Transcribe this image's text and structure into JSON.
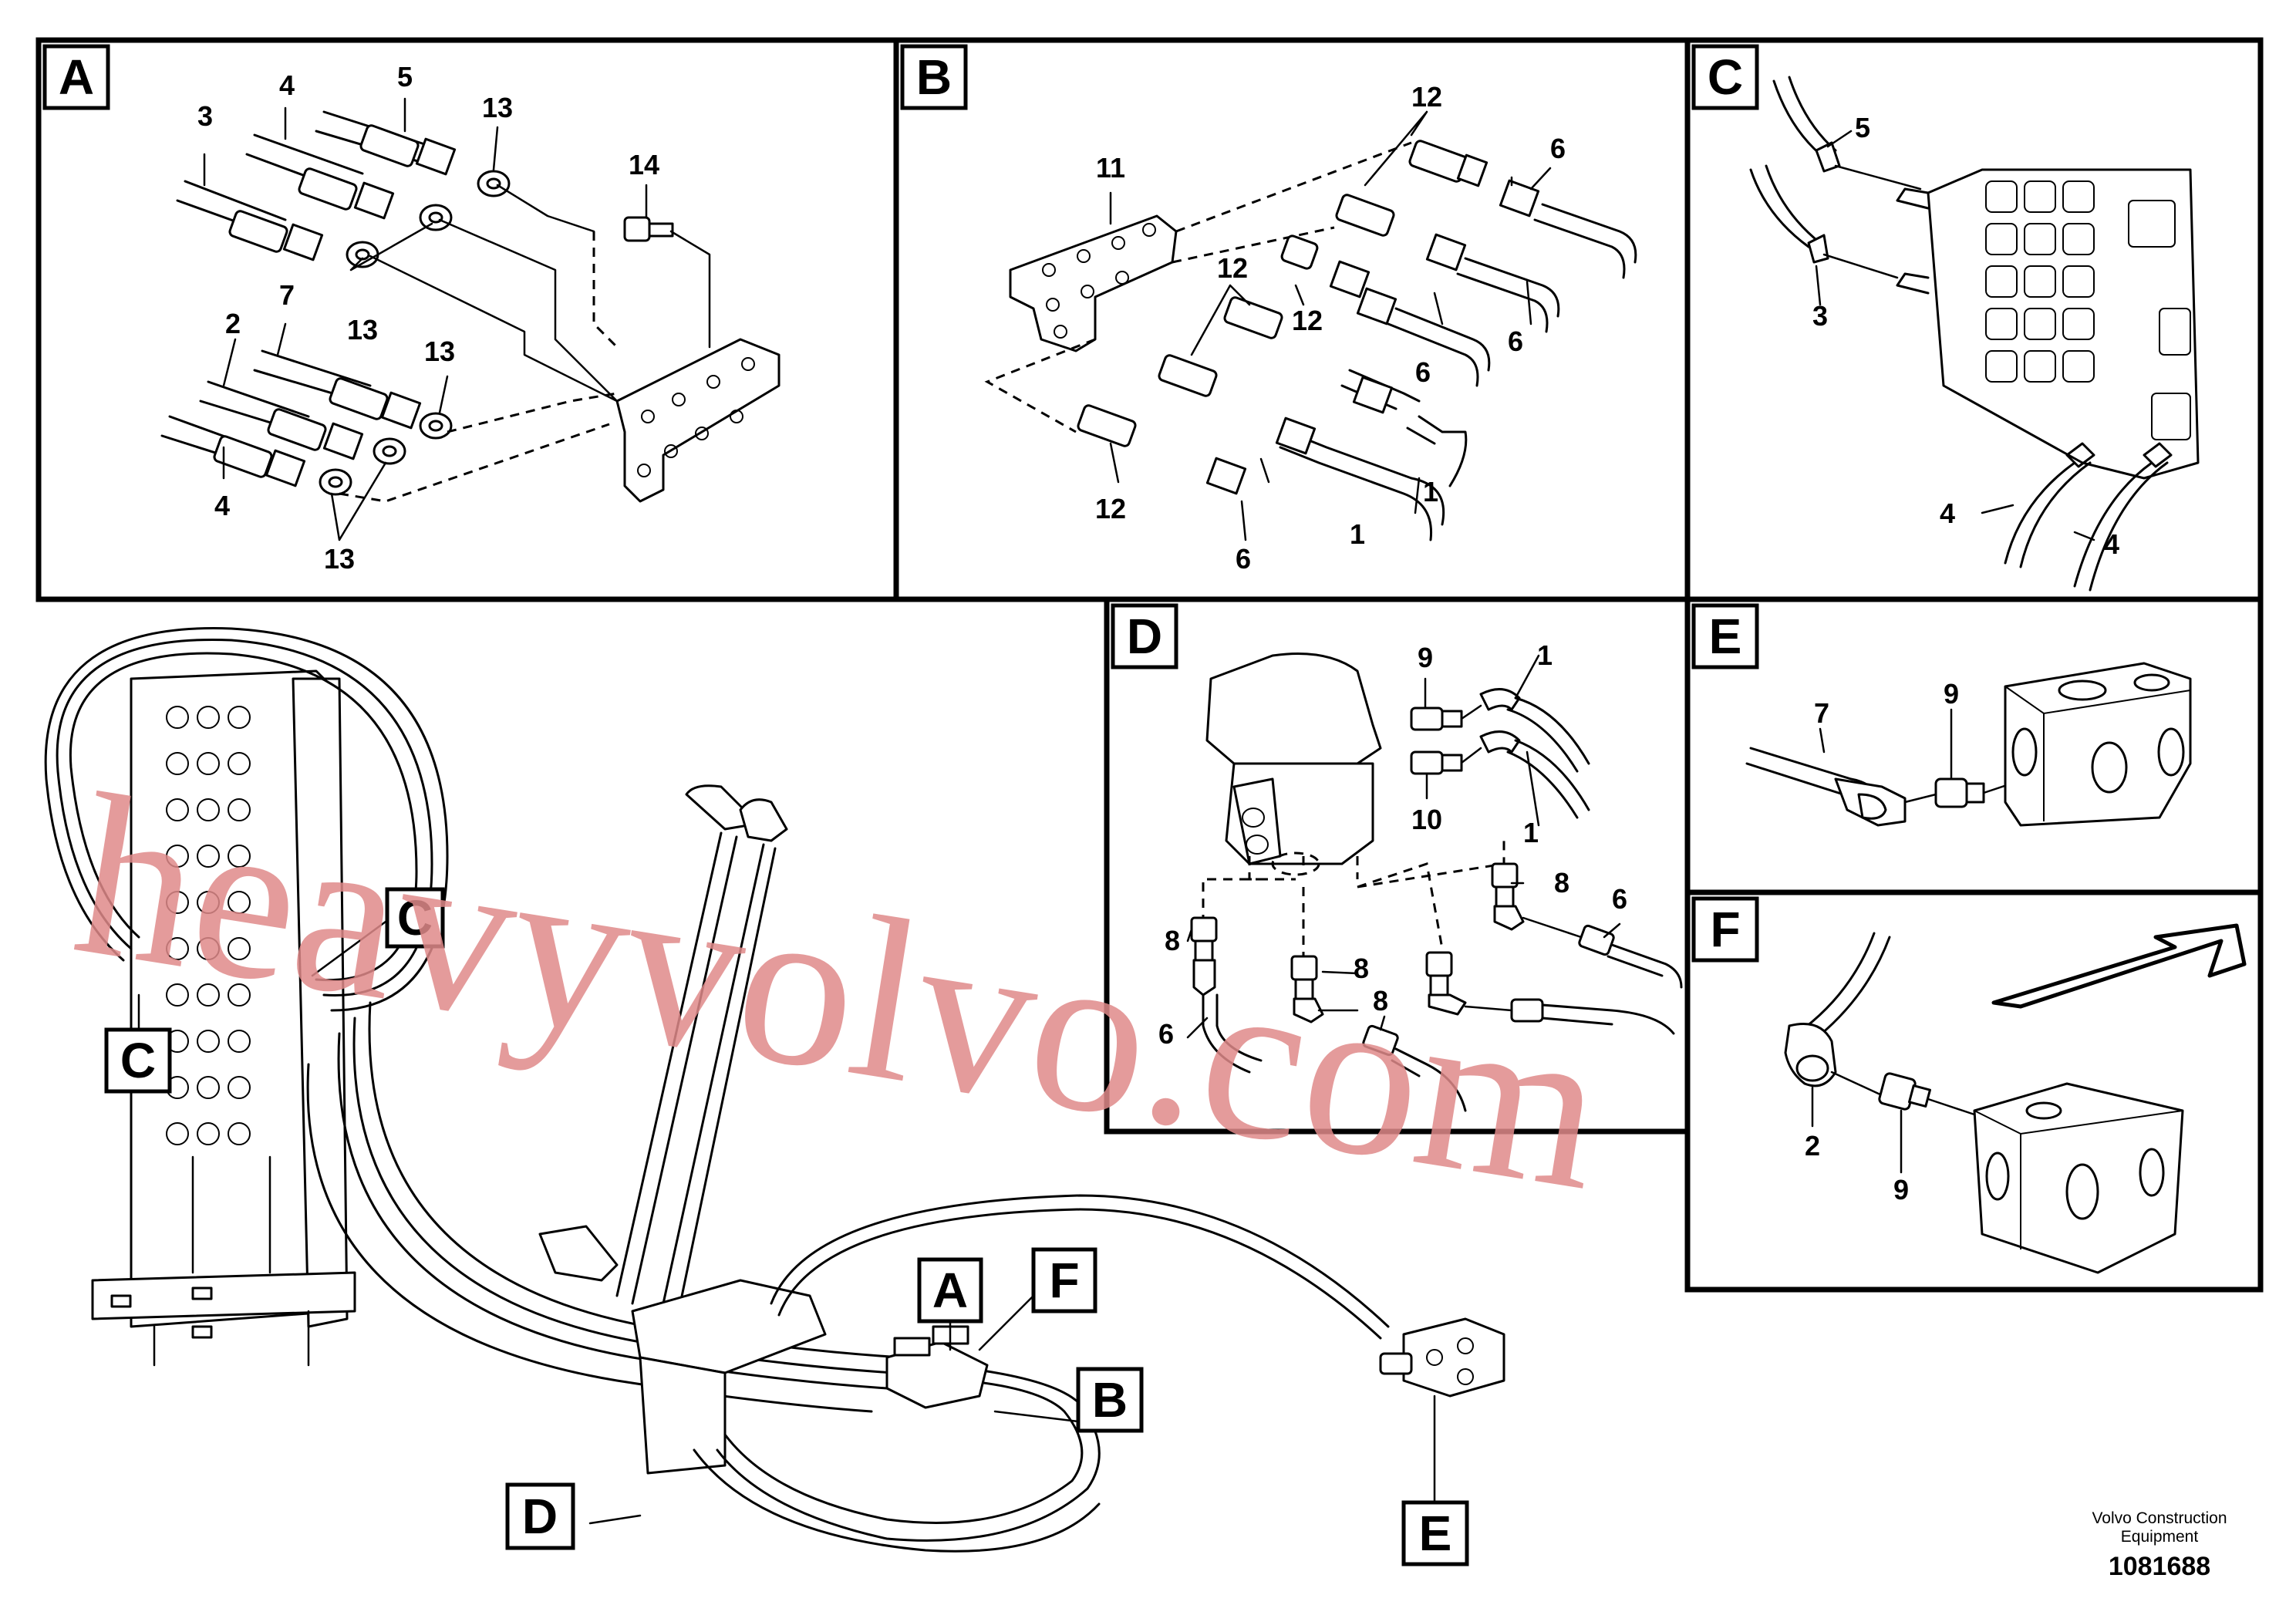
{
  "panels": {
    "a": {
      "letter": "A",
      "labels": {
        "l3": "3",
        "l4t": "4",
        "l5": "5",
        "l13t": "13",
        "l14": "14",
        "l13m": "13",
        "l7": "7",
        "l2": "2",
        "l13r": "13",
        "l4b": "4",
        "l13b": "13"
      }
    },
    "b": {
      "letter": "B",
      "labels": {
        "l11": "11",
        "l12t": "12",
        "l6t": "6",
        "l12a": "12",
        "l12b": "12",
        "l6a": "6",
        "l6b": "6",
        "l1a": "1",
        "l12c": "12",
        "l6c": "6",
        "l1b": "1"
      }
    },
    "c": {
      "letter": "C",
      "labels": {
        "l5": "5",
        "l3": "3",
        "l4a": "4",
        "l4b": "4"
      }
    },
    "d": {
      "letter": "D",
      "labels": {
        "l9": "9",
        "l1a": "1",
        "l10": "10",
        "l1b": "1",
        "l8a": "8",
        "l6a": "6",
        "l8b": "8",
        "l8c": "8",
        "l8d": "8",
        "l6b": "6"
      }
    },
    "e": {
      "letter": "E",
      "labels": {
        "l7": "7",
        "l9": "9"
      }
    },
    "f": {
      "letter": "F",
      "labels": {
        "l2": "2",
        "l9": "9"
      }
    }
  },
  "callouts": {
    "c1": "C",
    "c2": "C",
    "a": "A",
    "f": "F",
    "b": "B",
    "d": "D",
    "e": "E"
  },
  "watermark": "heavyvolvo.com",
  "footer": {
    "company_line1": "Volvo Construction",
    "company_line2": "Equipment",
    "doc_number": "1081688"
  },
  "colors": {
    "watermark": "#e08a8a",
    "line": "#000000"
  }
}
